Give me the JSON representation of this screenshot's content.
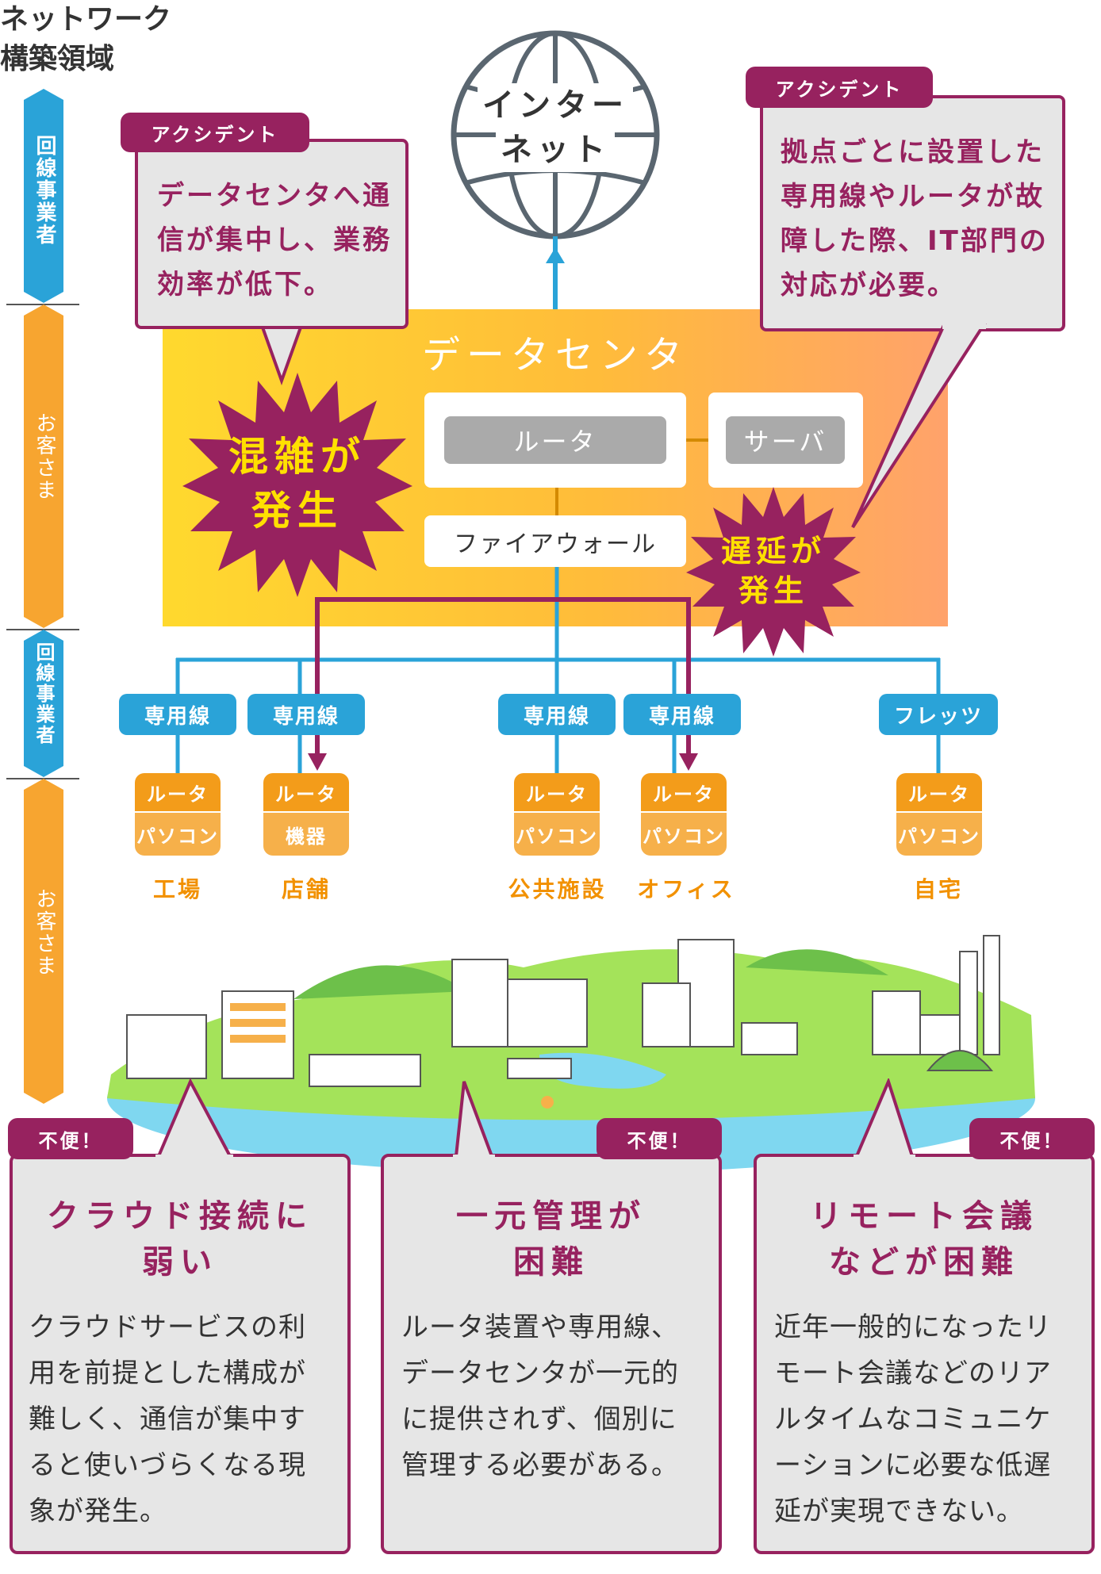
{
  "axis": {
    "title_line1": "ネットワーク",
    "title_line2": "構築領域",
    "segments": [
      {
        "label": "回線事業者",
        "color": "#2aa3d8"
      },
      {
        "label": "お客さま",
        "color": "#f7a530"
      },
      {
        "label": "回線事業者",
        "color": "#2aa3d8"
      },
      {
        "label": "お客さま",
        "color": "#f7a530"
      }
    ]
  },
  "internet": {
    "line1": "インター",
    "line2": "ネット"
  },
  "accident_tag": "アクシデント",
  "accident_left": {
    "line1": "データセンタへ通",
    "line2": "信が集中し、業務",
    "line3": "効率が低下。"
  },
  "accident_right": {
    "line1": "拠点ごとに設置した",
    "line2": "専用線やルータが故",
    "line3": "障した際、IT部門の",
    "line4": "対応が必要。"
  },
  "burst_left": {
    "line1": "混雑が",
    "line2": "発生"
  },
  "burst_right": {
    "line1": "遅延が",
    "line2": "発生"
  },
  "datacenter": {
    "title": "データセンタ",
    "router": "ルータ",
    "server": "サーバ",
    "firewall": "ファイアウォール"
  },
  "colors": {
    "purple": "#97225f",
    "blue": "#2aa3d8",
    "orange": "#f39c1a",
    "yellow": "#ffe000"
  },
  "branches": [
    {
      "line": "専用線",
      "top": "ルータ",
      "bottom": "パソコン",
      "place": "工場"
    },
    {
      "line": "専用線",
      "top": "ルータ",
      "bottom": "機器",
      "place": "店舗"
    },
    {
      "line": "専用線",
      "top": "ルータ",
      "bottom": "パソコン",
      "place": "公共施設"
    },
    {
      "line": "専用線",
      "top": "ルータ",
      "bottom": "パソコン",
      "place": "オフィス"
    },
    {
      "line": "フレッツ",
      "top": "ルータ",
      "bottom": "パソコン",
      "place": "自宅"
    }
  ],
  "inconvenience_tag": "不便！",
  "cards": [
    {
      "title1": "クラウド接続に",
      "title2": "弱い",
      "body": [
        "クラウドサービスの利",
        "用を前提とした構成が",
        "難しく、通信が集中す",
        "ると使いづらくなる現",
        "象が発生。"
      ]
    },
    {
      "title1": "一元管理が",
      "title2": "困難",
      "body": [
        "ルータ装置や専用線、",
        "データセンタが一元的",
        "に提供されず、個別に",
        "管理する必要がある。"
      ]
    },
    {
      "title1": "リモート会議",
      "title2": "などが困難",
      "body": [
        "近年一般的になったリ",
        "モート会議などのリア",
        "ルタイムなコミュニケ",
        "ーションに必要な低遅",
        "延が実現できない。"
      ]
    }
  ]
}
